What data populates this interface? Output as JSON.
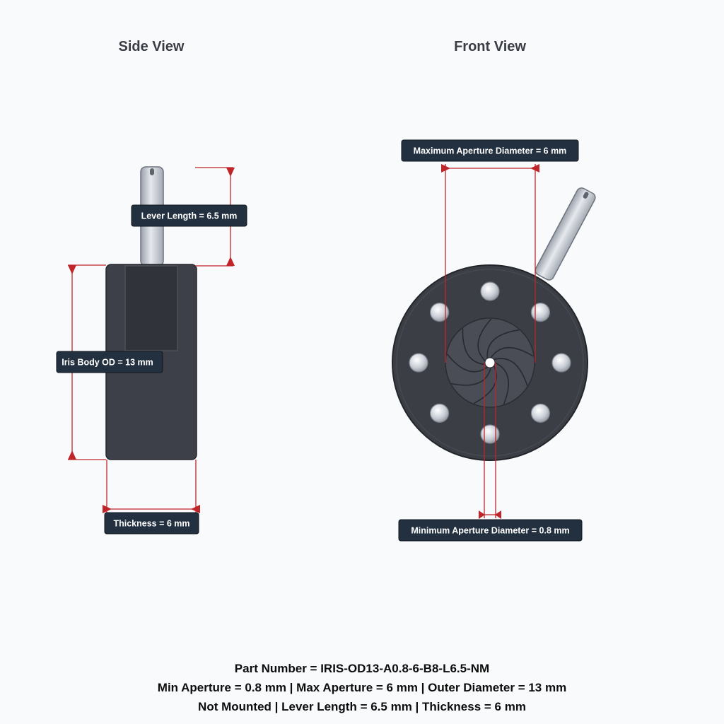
{
  "views": {
    "side_title": "Side View",
    "front_title": "Front View"
  },
  "dimensions": {
    "lever_length": "Lever Length = 6.5 mm",
    "body_od": "Iris Body OD = 13 mm",
    "thickness": "Thickness = 6 mm",
    "max_aperture": "Maximum Aperture Diameter = 6 mm",
    "min_aperture": "Minimum Aperture Diameter = 0.8 mm"
  },
  "summary": {
    "line1": "Part Number = IRIS-OD13-A0.8-6-B8-L6.5-NM",
    "line2": "Min Aperture = 0.8 mm | Max Aperture = 6 mm | Outer Diameter = 13 mm",
    "line3": "Not Mounted | Lever Length = 6.5 mm | Thickness = 6 mm"
  },
  "colors": {
    "background": "#f9fafc",
    "dimension_line": "#c0252a",
    "label_box": "#233040",
    "body": "#3d4048"
  }
}
